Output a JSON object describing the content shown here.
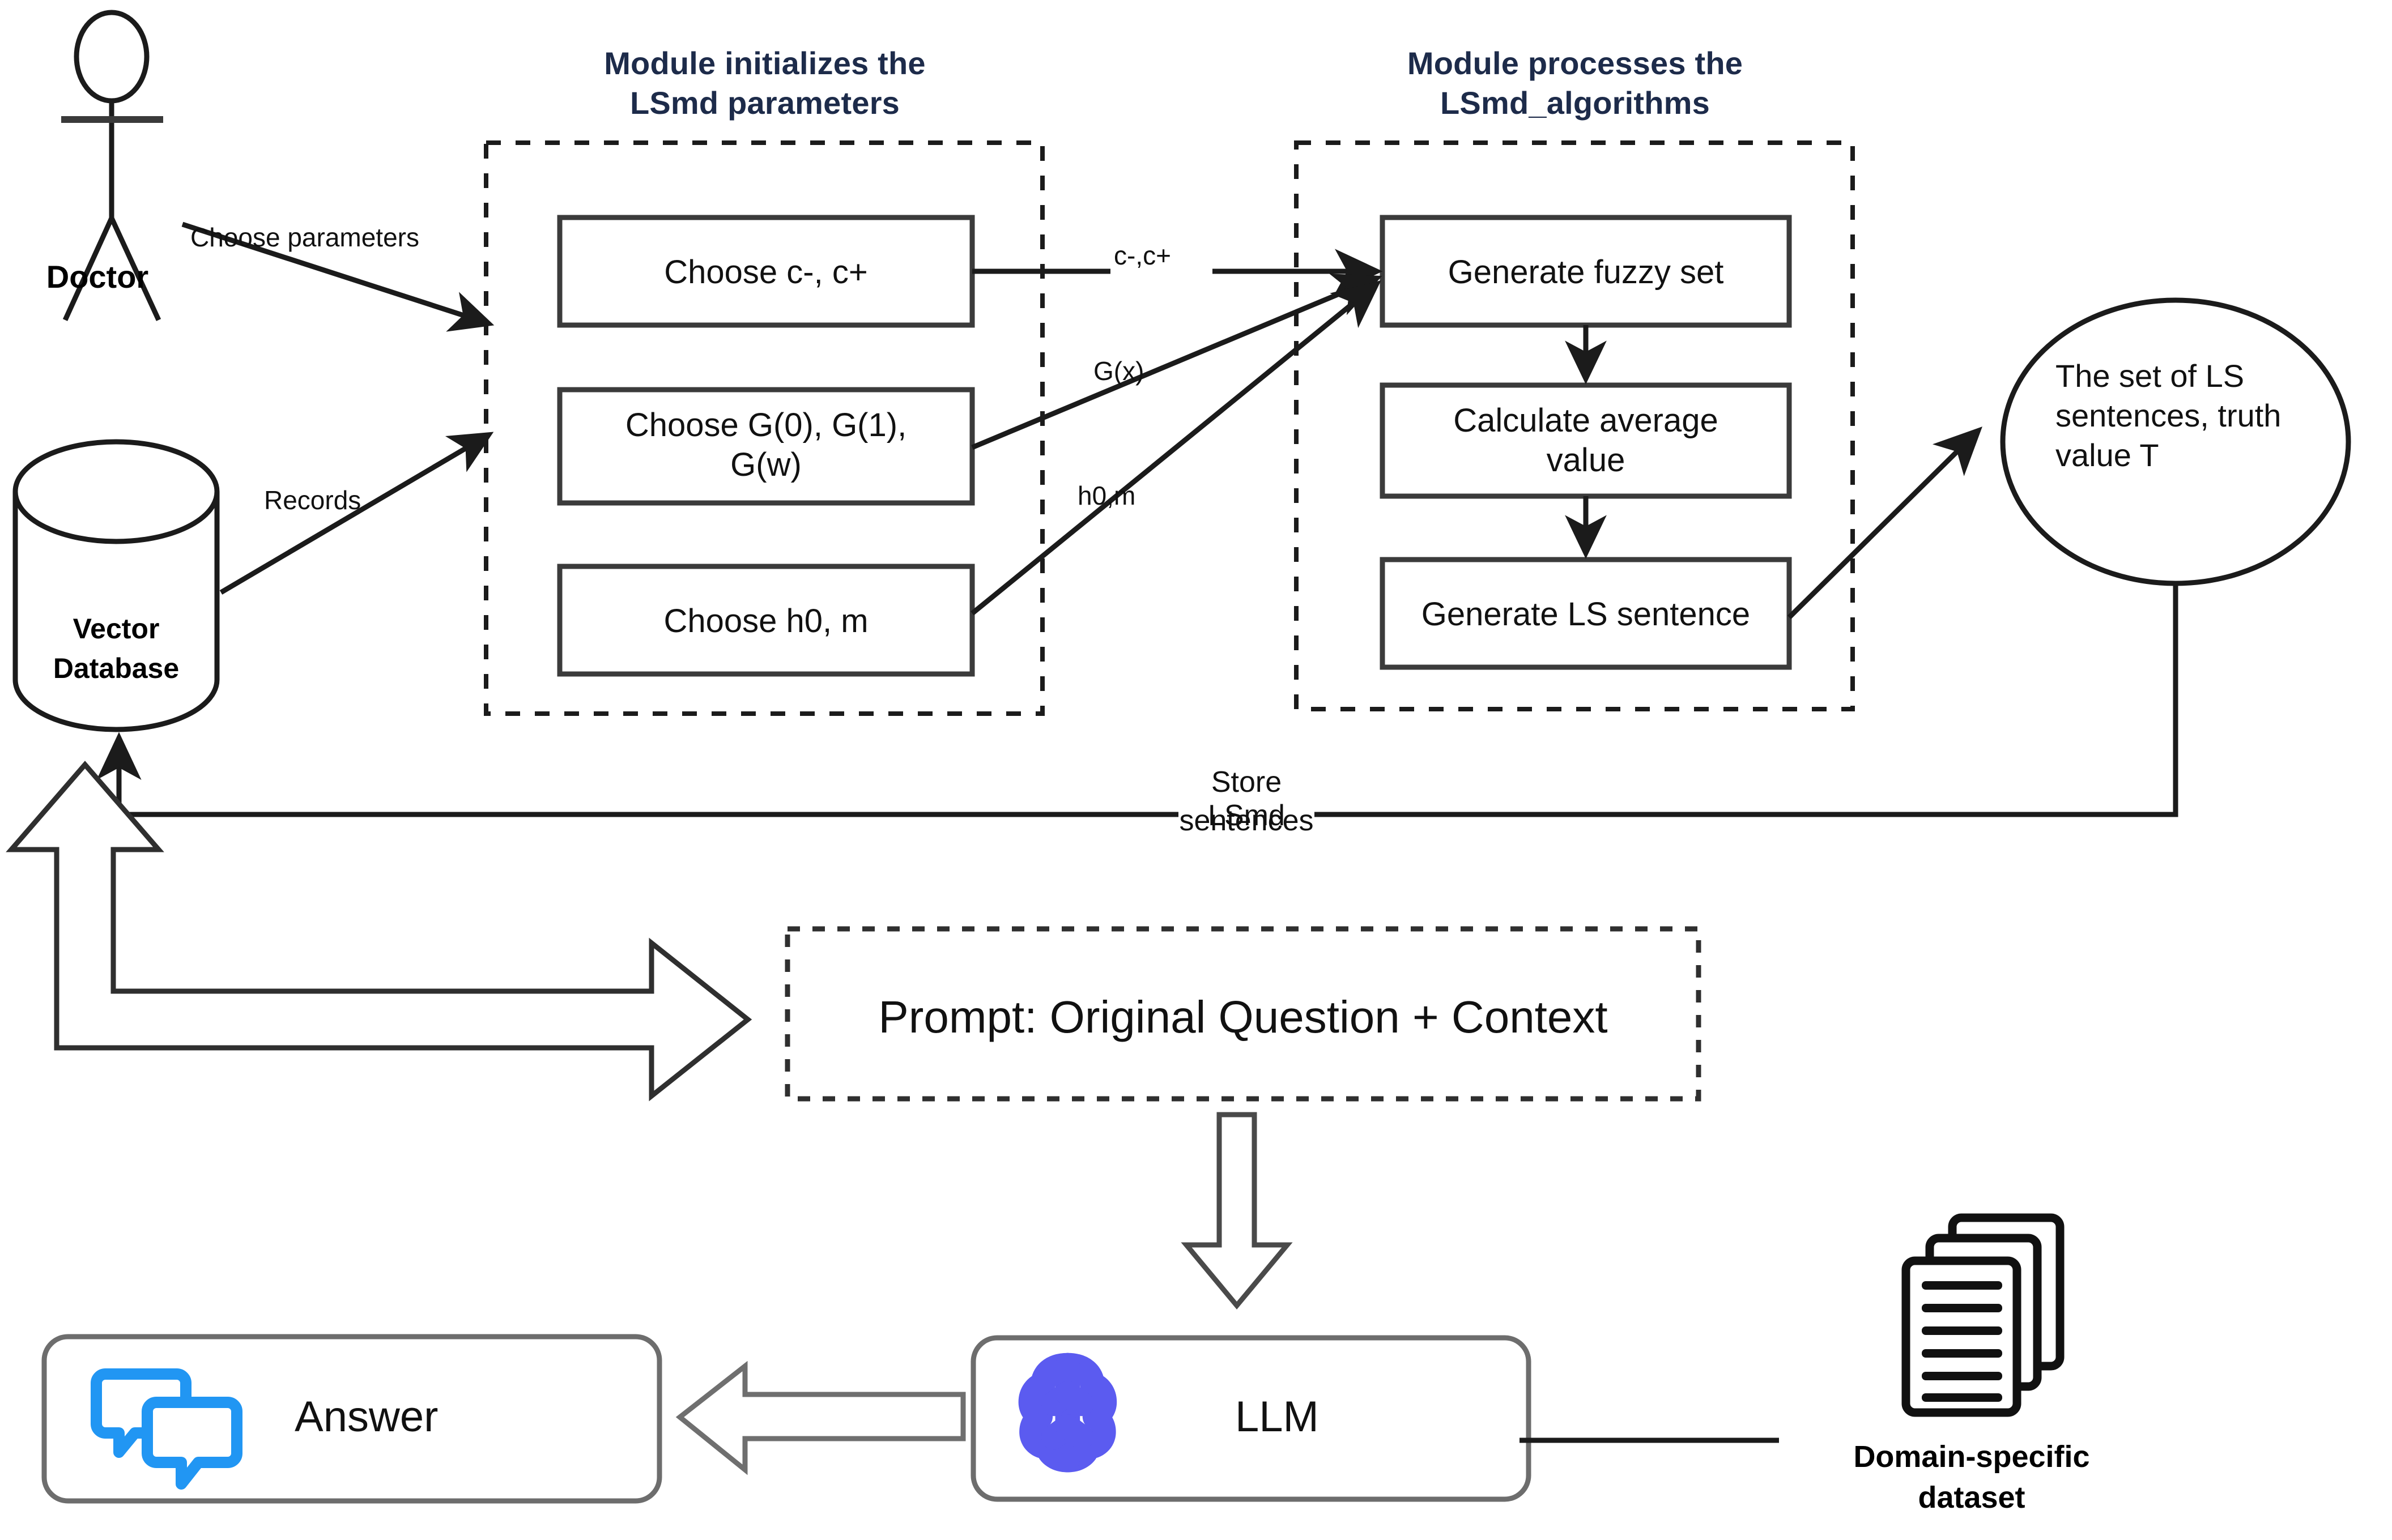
{
  "diagram": {
    "title_hidden": "",
    "actors": {
      "doctor": {
        "label": "Doctor",
        "icon": "stick-figure-icon"
      },
      "vector_db": {
        "label_line1": "Vector",
        "label_line2": "Database",
        "icon": "database-cylinder-icon"
      },
      "dataset": {
        "label_line1": "Domain-specific",
        "label_line2": "dataset",
        "icon": "documents-stack-icon"
      }
    },
    "modules": [
      {
        "title_line1": "Module initializes the",
        "title_line2": "LSmd parameters",
        "steps": [
          {
            "label": "Choose c-, c+"
          },
          {
            "label_line1": "Choose G(0), G(1),",
            "label_line2": "G(w)"
          },
          {
            "label": "Choose h0, m"
          }
        ]
      },
      {
        "title_line1": "Module processes the",
        "title_line2": "LSmd_algorithms",
        "steps": [
          {
            "label": "Generate fuzzy set"
          },
          {
            "label_line1": "Calculate average",
            "label_line2": "value"
          },
          {
            "label": "Generate LS sentence"
          }
        ]
      }
    ],
    "edges": {
      "choose_parameters": "Choose parameters",
      "records": "Records",
      "c_params": "c-,c+",
      "g_params": "G(x)",
      "h_params": "h0,m",
      "store_line1": "Store LSmd",
      "store_line2": "sentences"
    },
    "result_ellipse": {
      "line1": "The set of LS",
      "line2": "sentences, truth",
      "line3": "value T"
    },
    "prompt_box": {
      "label": "Prompt: Original Question + Context"
    },
    "llm_box": {
      "label": "LLM",
      "icon": "brain-icon"
    },
    "answer_box": {
      "label": "Answer",
      "icon": "chat-bubbles-icon"
    },
    "colors": {
      "module_title": "#1d2b4a",
      "stroke": "#2b2b2b",
      "brain": "#5b5bf0",
      "chat": "#2196f3",
      "arrow_outline": "#555555"
    }
  }
}
